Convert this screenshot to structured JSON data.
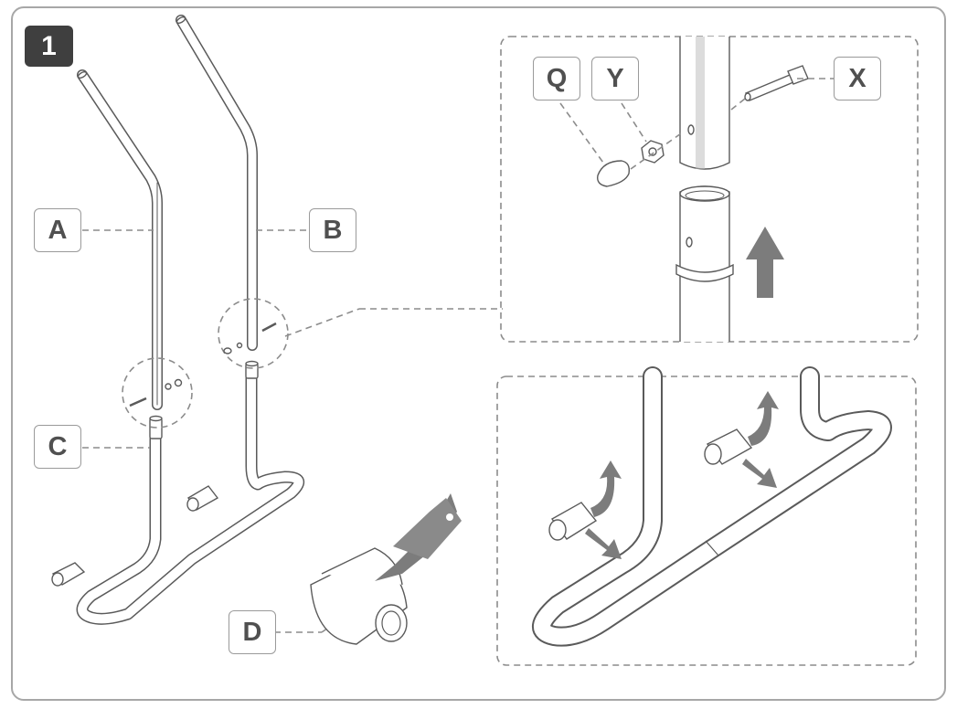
{
  "step": {
    "number": "1"
  },
  "parts": {
    "a": "A",
    "b": "B",
    "c": "C",
    "d": "D",
    "q": "Q",
    "y": "Y",
    "x": "X"
  },
  "colors": {
    "tube_stroke": "#5a5a5a",
    "arrow_fill": "#7c7c7c",
    "dash": "#8c8c8c",
    "frame": "#a7a7a7",
    "badge": "#3f3f3f"
  }
}
